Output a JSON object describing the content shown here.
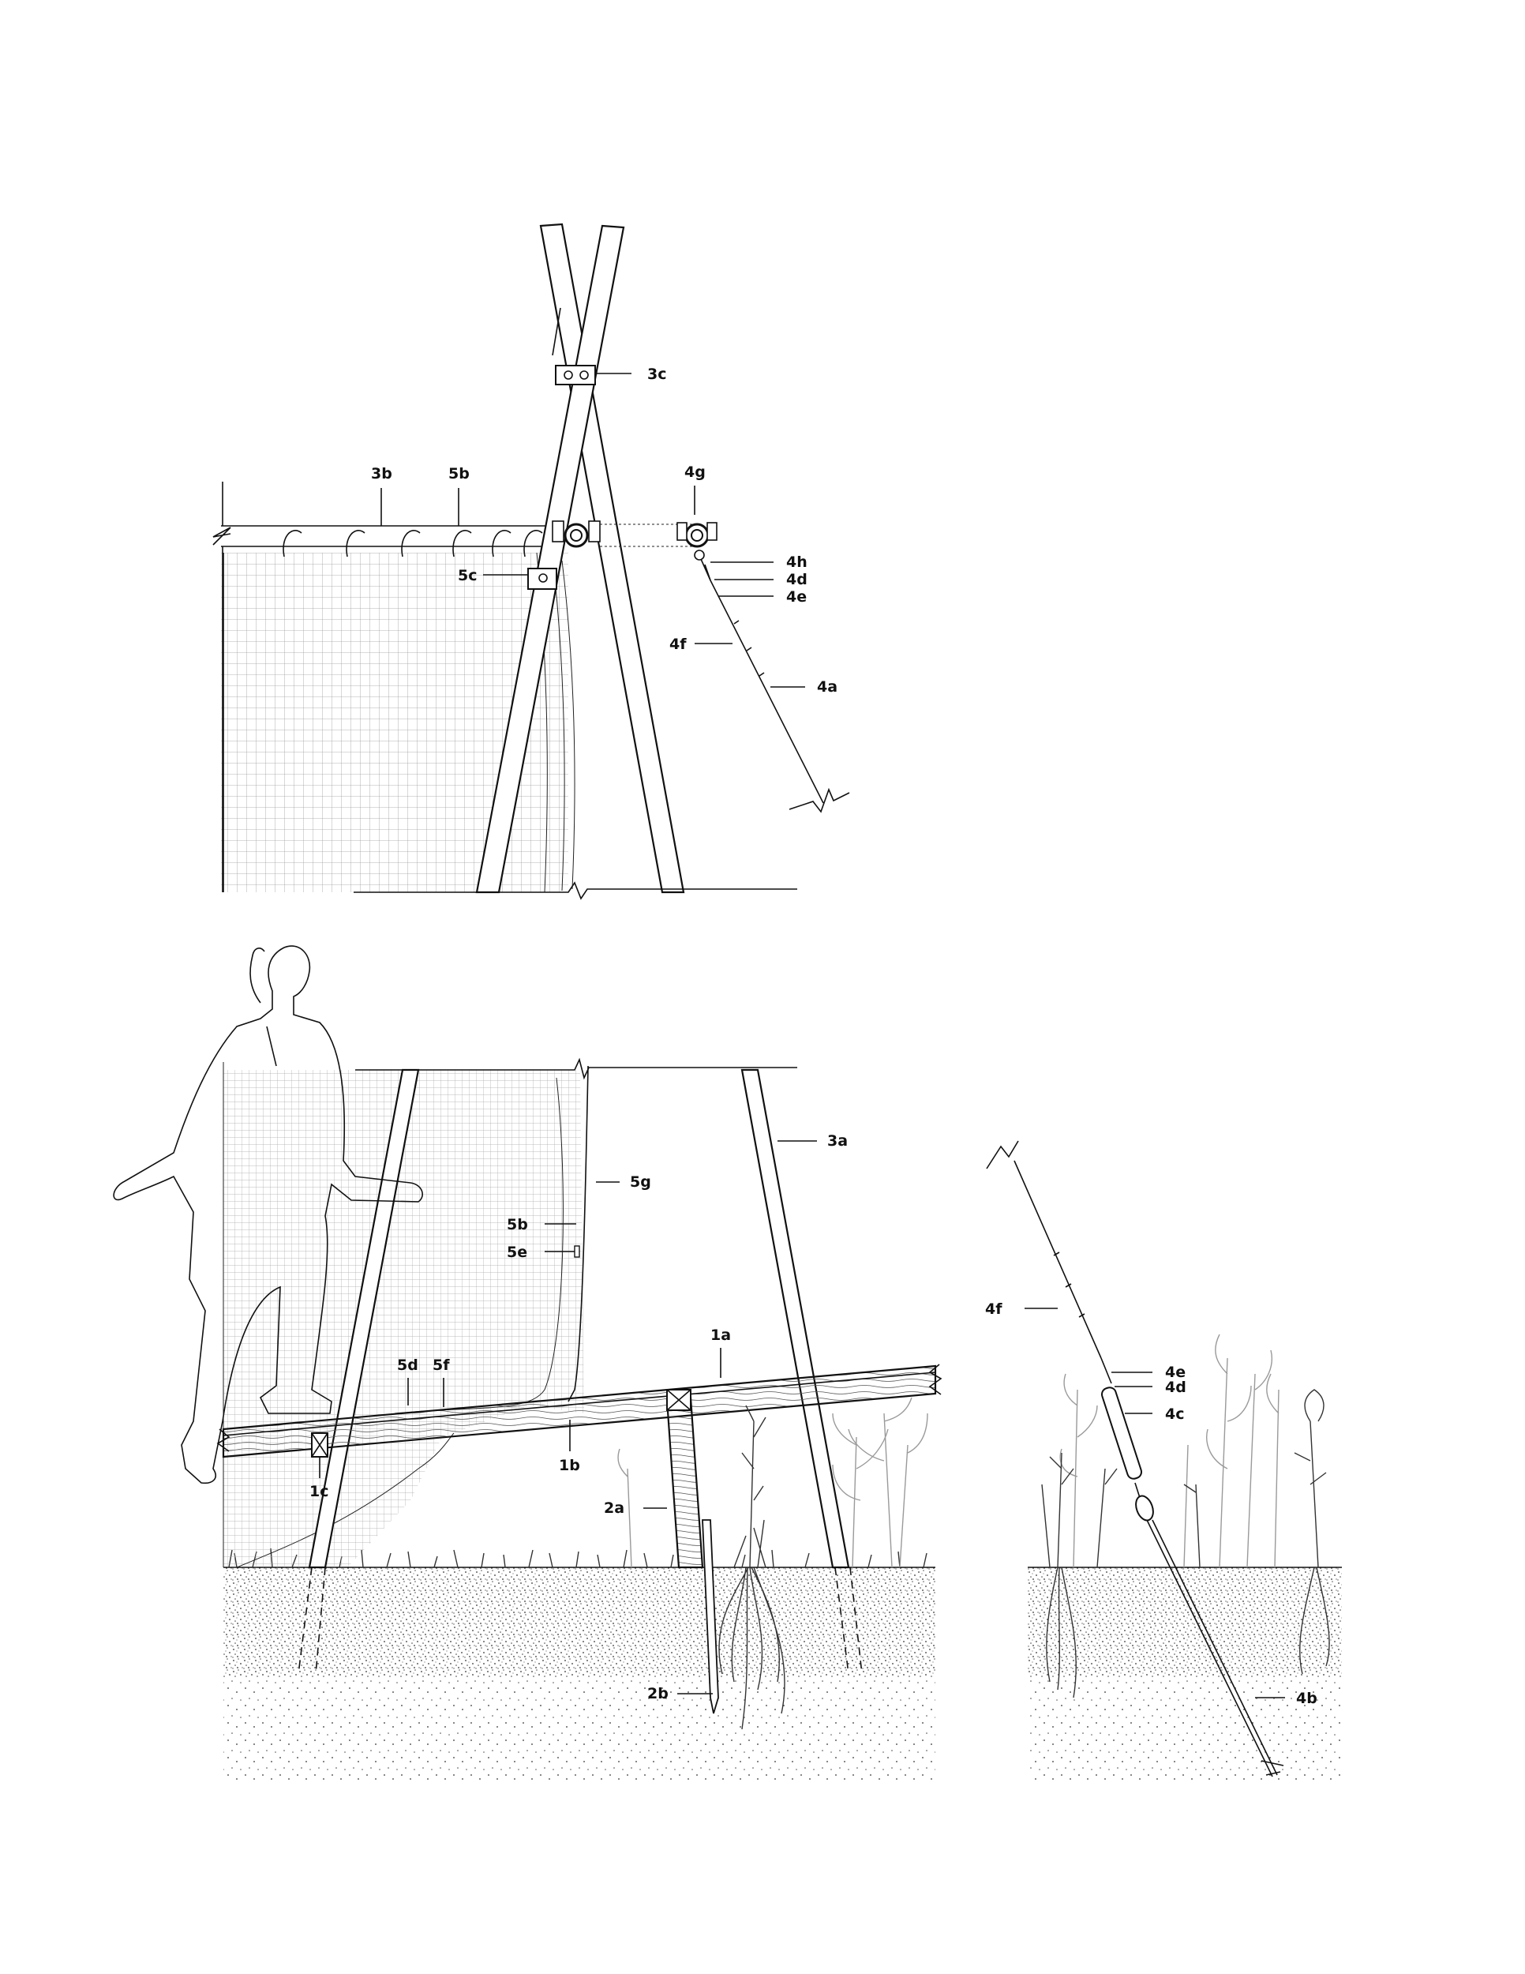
{
  "labels": {
    "l1a": "1a",
    "l1b": "1b",
    "l1c": "1c",
    "l2a": "2a",
    "l2b": "2b",
    "l3a": "3a",
    "l3b": "3b",
    "l3c": "3c",
    "l4a": "4a",
    "l4b": "4b",
    "l4c": "4c",
    "l4d_top": "4d",
    "l4d_bot": "4d",
    "l4e_top": "4e",
    "l4e_bot": "4e",
    "l4f_top": "4f",
    "l4f_bot": "4f",
    "l4g": "4g",
    "l4h": "4h",
    "l5b_top": "5b",
    "l5b_bot": "5b",
    "l5c": "5c",
    "l5d": "5d",
    "l5e": "5e",
    "l5f": "5f",
    "l5g": "5g"
  }
}
